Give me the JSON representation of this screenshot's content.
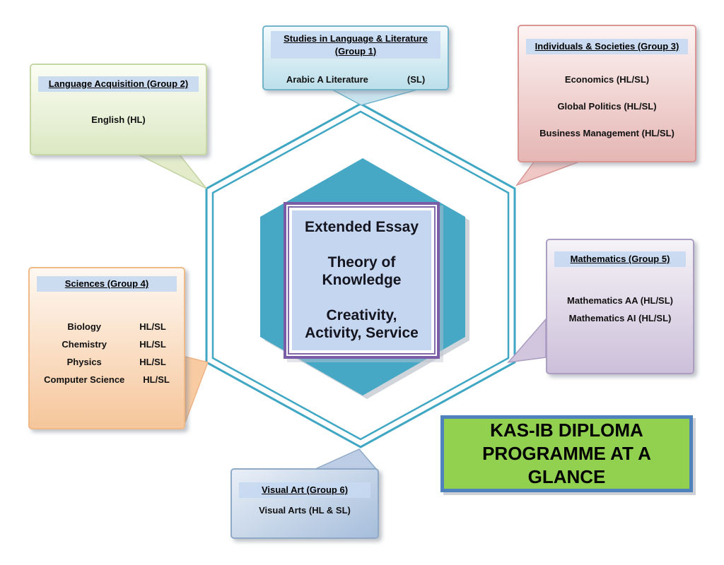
{
  "banner": {
    "label": "KAS-IB DIPLOMA PROGRAMME AT A GLANCE"
  },
  "core": {
    "lines": [
      "Extended Essay",
      "Theory of Knowledge",
      "Creativity, Activity, Service"
    ]
  },
  "groups": [
    {
      "header": "Studies in Language & Literature (Group 1)",
      "subjects": [
        {
          "name": "Arabic A Literature",
          "level": "(SL)"
        }
      ]
    },
    {
      "header": "Language Acquisition (Group 2)",
      "subjects": [
        {
          "name": "English (HL)"
        }
      ]
    },
    {
      "header": "Individuals & Societies (Group 3)",
      "subjects": [
        {
          "name": "Economics (HL/SL)"
        },
        {
          "name": "Global Politics (HL/SL)"
        },
        {
          "name": "Business Management (HL/SL)"
        }
      ]
    },
    {
      "header": "Sciences (Group 4)",
      "subjects": [
        {
          "name": "Biology",
          "level": "HL/SL"
        },
        {
          "name": "Chemistry",
          "level": "HL/SL"
        },
        {
          "name": "Physics",
          "level": "HL/SL"
        },
        {
          "name": "Computer Science",
          "level": "HL/SL"
        }
      ]
    },
    {
      "header": "Mathematics (Group 5)",
      "subjects": [
        {
          "name": "Mathematics AA (HL/SL)"
        },
        {
          "name": "Mathematics AI (HL/SL)"
        }
      ]
    },
    {
      "header": "Visual Art (Group 6)",
      "subjects": [
        {
          "name": "Visual Arts (HL & SL)"
        }
      ]
    }
  ],
  "colors": {
    "hexagon_teal": "#46A8C5",
    "outline_teal": "#3FA6C4",
    "core_fill_blue": "#C5D6F0",
    "core_border_purple": "#7B5CA6",
    "header_band_blue": "#C7D9F1",
    "banner_green": "#92D050",
    "banner_border_blue": "#4F81BD"
  }
}
